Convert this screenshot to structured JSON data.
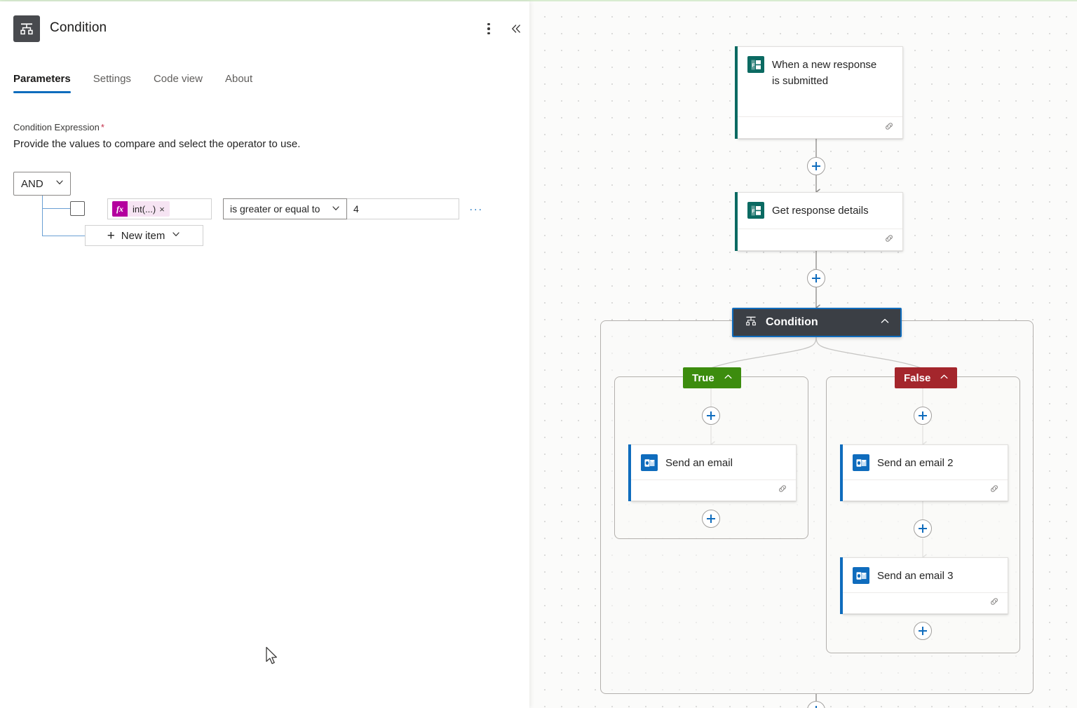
{
  "panel": {
    "title": "Condition",
    "icon": "condition-icon",
    "more_menu": "more-options",
    "collapse": "collapse-panel",
    "tabs": [
      {
        "label": "Parameters",
        "active": true
      },
      {
        "label": "Settings",
        "active": false
      },
      {
        "label": "Code view",
        "active": false
      },
      {
        "label": "About",
        "active": false
      }
    ],
    "form": {
      "field_label": "Condition Expression",
      "required_marker": "*",
      "description": "Provide the values to compare and select the operator to use.",
      "logic_operator": "AND",
      "row": {
        "checkbox_checked": false,
        "token_fx": "fx",
        "token_text": "int(...)",
        "token_remove": "×",
        "operator": "is greater or equal to",
        "value": "4",
        "row_menu": "···"
      },
      "new_item_label": "New item"
    }
  },
  "canvas": {
    "nodes": [
      {
        "id": "trigger",
        "title": "When a new response is submitted",
        "app": "forms",
        "accent": "#0b6a62"
      },
      {
        "id": "get-response",
        "title": "Get response details",
        "app": "forms",
        "accent": "#0b6a62"
      },
      {
        "id": "send-email-1",
        "title": "Send an email",
        "app": "outlook",
        "accent": "#0f6cbd"
      },
      {
        "id": "send-email-2",
        "title": "Send an email 2",
        "app": "outlook",
        "accent": "#0f6cbd"
      },
      {
        "id": "send-email-3",
        "title": "Send an email 3",
        "app": "outlook",
        "accent": "#0f6cbd"
      }
    ],
    "condition_node": {
      "label": "Condition",
      "selected": true,
      "selection_color": "#0f6cbd",
      "background": "#3b3f45"
    },
    "branches": [
      {
        "label": "True",
        "color": "#3c8c0e"
      },
      {
        "label": "False",
        "color": "#a4262c"
      }
    ],
    "add_buttons": 7,
    "connection_icon": "link-icon"
  },
  "colors": {
    "accent_blue": "#0f6cbd",
    "true_green": "#3c8c0e",
    "false_red": "#a4262c",
    "forms_teal": "#0b6a62",
    "condition_dark": "#3b3f45",
    "token_magenta": "#b4009e"
  }
}
